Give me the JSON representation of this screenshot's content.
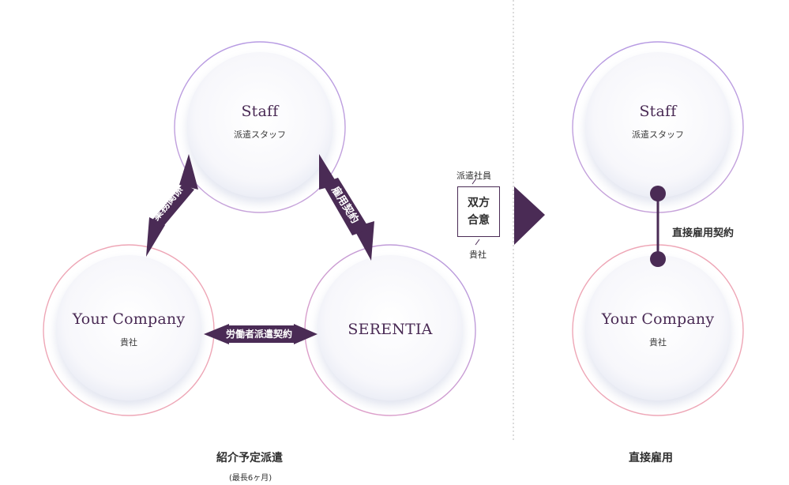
{
  "left_panel": {
    "staff": {
      "name": "Staff",
      "sub": "派遣スタッフ"
    },
    "company": {
      "name": "Your Company",
      "sub": "貴社"
    },
    "serentia": {
      "name": "SERENTIA"
    },
    "arrows": {
      "business_relation": "業務関係",
      "employment_contract": "雇用契約",
      "dispatch_contract": "労働者派遣契約"
    },
    "caption": "紹介予定派遣",
    "caption_sub": "(最長6ヶ月)"
  },
  "middle": {
    "top_label": "派遣社員",
    "agreement_line1": "双方",
    "agreement_line2": "合意",
    "bottom_label": "貴社"
  },
  "right_panel": {
    "staff": {
      "name": "Staff",
      "sub": "派遣スタッフ"
    },
    "company": {
      "name": "Your Company",
      "sub": "貴社"
    },
    "connector_label": "直接雇用契約",
    "caption": "直接雇用"
  },
  "colors": {
    "accent": "#4a2b55",
    "ring_purple": "#a88fd6",
    "ring_pink": "#eea6b6"
  }
}
